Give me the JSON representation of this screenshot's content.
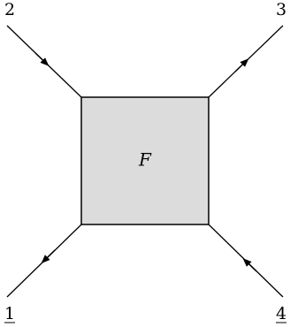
{
  "diagram": {
    "blob_label": "F",
    "blob_fill": "#dcdcdc",
    "line_color": "#000000",
    "legs": [
      {
        "label": "1",
        "arrow": "outgoing"
      },
      {
        "label": "2",
        "arrow": "incoming"
      },
      {
        "label": "3",
        "arrow": "outgoing"
      },
      {
        "label": "4",
        "arrow": "incoming"
      }
    ]
  }
}
